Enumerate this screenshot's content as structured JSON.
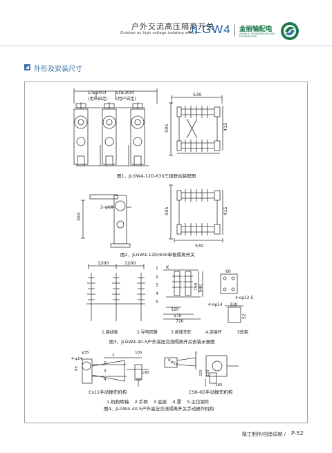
{
  "header": {
    "title_cn": "户外交流高压隔离开关",
    "title_en": "Outdoor ac high voltage isolating switch",
    "model": "JLGW4",
    "brand_cn": "金丽输配电",
    "brand_en": "JINLIHUA TRANSMISSION AND DISTRIBUTION"
  },
  "section": {
    "title": "外形及安装尺寸"
  },
  "fig1": {
    "caption": "图1、JLGW4-12D-630三极联动装配图",
    "dim_l1": "L(≥300)",
    "dim_l1_note": "(用户自定)",
    "dim_l2": "L(≥300)",
    "dim_l2_note": "(用户自定)",
    "dim_530": "530",
    "dim_595": "595",
    "dim_415": "415"
  },
  "fig2": {
    "caption": "图2、JLGW4-12D/630单极隔离开关",
    "dim_283": "283",
    "dim_hole": "2-φ18",
    "dim_595": "595",
    "dim_415": "415",
    "dim_530": "530"
  },
  "fig3": {
    "caption": "图3、JLGW4-40.5户外高压交流隔离开关安装示意图",
    "dim_1200a": "1200",
    "dim_1200b": "1200",
    "dim_790": "790",
    "dim_940": "940",
    "dim_320": "320",
    "dim_570": "570",
    "dim_720": "720",
    "dim_60": "60",
    "dim_hole_125": "4×φ12.5",
    "dim_hole_14": "4×φ14",
    "dim_320b": "320",
    "dim_52": "52",
    "label_K": "K",
    "nums": [
      "1",
      "2",
      "3",
      "4",
      "5"
    ],
    "legend": [
      "1.接线板",
      "2.导电回路",
      "3.绝缘支柱",
      "4.连接杆",
      "5底架"
    ]
  },
  "fig4": {
    "cs11_label": "Cs11手动操作机构",
    "cs8_label": "CS8-6D手动操作机构",
    "dim_35": "φ35",
    "dim_hole": "4-φ14",
    "dim_165": "165",
    "dim_190": "190",
    "dim_80": "80",
    "dim_85": "85",
    "dim_165b": "165",
    "dim_4phi": "4-φ14",
    "dim_220": "220",
    "dim_150": "150",
    "nums": [
      "1",
      "2",
      "3",
      "4",
      "5"
    ],
    "legend": "1.机构转轴    2.手柄    3.底座    4.罩    5.主位锁件",
    "caption": "图4、JLGW4-40.5户外高压交流隔离开关手动操作机构"
  },
  "footer": {
    "text": "精工制作/创造卓越 /",
    "page": "P-52"
  },
  "colors": {
    "accent": "#3d72a8",
    "brand": "#1a7a4a",
    "model": "#1f5a9e"
  }
}
